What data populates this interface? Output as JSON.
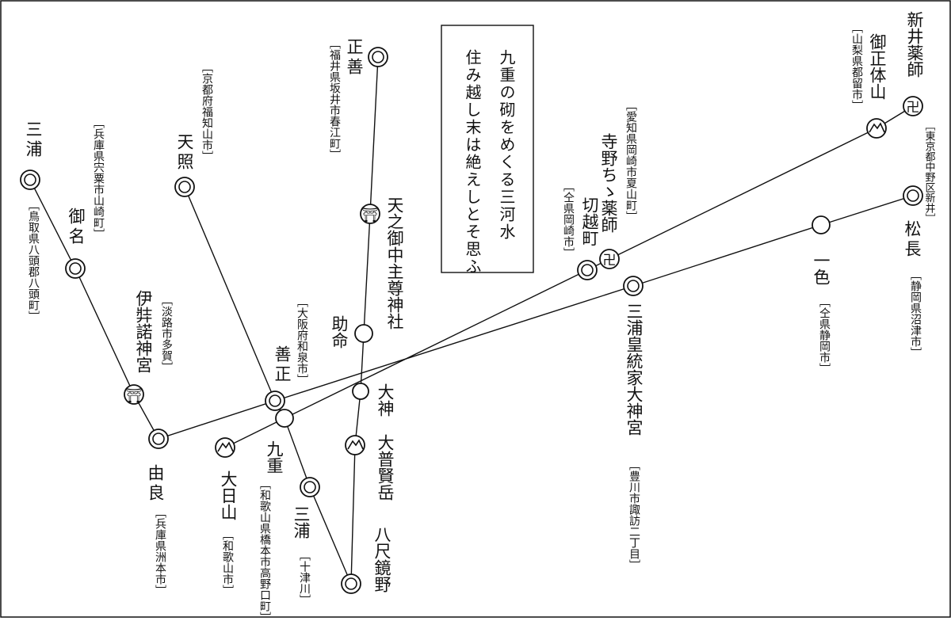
{
  "poem": {
    "lines": [
      "九重の砌をめくる三河水",
      "住み越し末は絶えしとそ思ふ"
    ]
  },
  "places": [
    {
      "id": "miura-tottori",
      "marker": "double-circle",
      "name": "三浦",
      "address": "﹇鳥取県八頭郡八頭町﹈"
    },
    {
      "id": "mina",
      "marker": "double-circle",
      "name": "御名",
      "address": "﹇兵庫県宍粟市山崎町﹈"
    },
    {
      "id": "izanagi",
      "marker": "shrine",
      "name": "伊弉諾神宮",
      "address": "﹇淡路市多賀﹈"
    },
    {
      "id": "yura",
      "marker": "double-circle",
      "name": "由良",
      "address": "﹇兵庫県洲本市﹈"
    },
    {
      "id": "tensho",
      "marker": "double-circle",
      "name": "天照",
      "address": "﹇京都府福知山市﹈"
    },
    {
      "id": "zensho-osaka",
      "marker": "double-circle",
      "name": "善正",
      "address": "﹇大阪府和泉市﹈"
    },
    {
      "id": "kokonoe",
      "marker": "circle",
      "name": "九重",
      "address": "﹇和歌山県橋本市高野口町﹈"
    },
    {
      "id": "ohinoyama",
      "marker": "mountain",
      "name": "大日山",
      "address": "﹇和歌山市﹈"
    },
    {
      "id": "miura-totsukawa",
      "marker": "double-circle",
      "name": "三浦",
      "address": "﹇十津川﹈"
    },
    {
      "id": "yatanokagami",
      "marker": "double-circle",
      "name": "八尺鏡野",
      "address": ""
    },
    {
      "id": "shozen",
      "marker": "double-circle",
      "name": "正善",
      "address": "﹇福井県坂井市春江町﹈"
    },
    {
      "id": "amenominaka",
      "marker": "shrine",
      "name": "天之御中主尊神社",
      "address": ""
    },
    {
      "id": "sukemei",
      "marker": "circle",
      "name": "助命",
      "address": ""
    },
    {
      "id": "daijin",
      "marker": "circle",
      "name": "大神",
      "address": ""
    },
    {
      "id": "ofugendake",
      "marker": "mountain",
      "name": "大普賢岳",
      "address": ""
    },
    {
      "id": "kirikoshi",
      "marker": "double-circle",
      "name": "切越町",
      "address": "﹇仝県岡崎市﹈"
    },
    {
      "id": "terano",
      "marker": "temple",
      "name": "寺野ちゝ薬師",
      "address": "﹇愛知県岡崎市夏山町﹈"
    },
    {
      "id": "miura-kotai",
      "marker": "double-circle",
      "name": "三浦皇統家大神宮",
      "address": "﹇豊川市諏訪二丁目﹈"
    },
    {
      "id": "isshiki",
      "marker": "circle",
      "name": "一色",
      "address": "﹇仝県静岡市﹈"
    },
    {
      "id": "matsunaga",
      "marker": "double-circle",
      "name": "松長",
      "address": "﹇静岡県沼津市﹈"
    },
    {
      "id": "goshotaizan",
      "marker": "mountain",
      "name": "御正体山",
      "address": "﹇山梨県都留市﹈"
    },
    {
      "id": "araiyakushi",
      "marker": "temple",
      "name": "新井薬師",
      "address": "﹇東京都中野区新井﹈"
    }
  ]
}
